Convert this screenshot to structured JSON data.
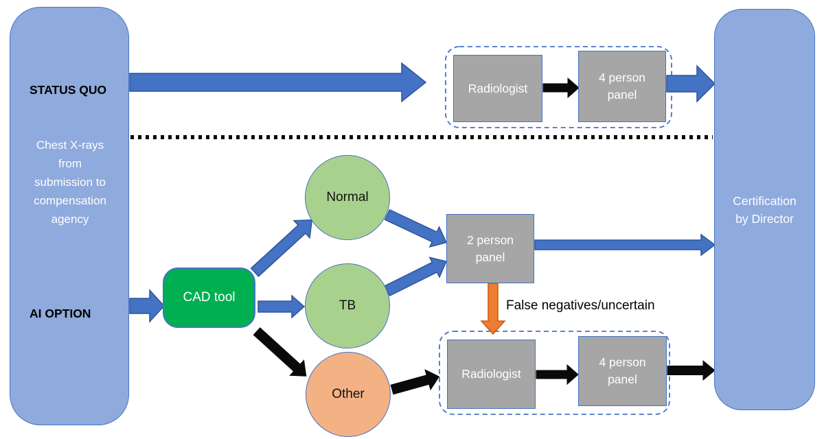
{
  "source": {
    "label_top": "STATUS QUO",
    "label_bottom": "AI OPTION",
    "body": "Chest X-rays\nfrom\nsubmission to\ncompensation\nagency"
  },
  "sink": {
    "label": "Certification\nby Director"
  },
  "status_quo_flow": {
    "radiologist": "Radiologist",
    "panel4": "4 person\npanel"
  },
  "ai_flow": {
    "cad_tool": "CAD tool",
    "normal": "Normal",
    "tb": "TB",
    "other": "Other",
    "panel2": "2 person\npanel",
    "false_negatives_label": "False negatives/uncertain",
    "radiologist": "Radiologist",
    "panel4": "4 person\npanel"
  },
  "colors": {
    "node_light_blue": "#8FAADC",
    "accent_blue": "#4472C4",
    "accent_blue_dark": "#2F5597",
    "cad_green": "#00B050",
    "class_light_green": "#A9D18E",
    "class_orange": "#F4B183",
    "orange_arrow": "#ED7D31",
    "gray_box": "#A6A6A6",
    "black": "#0a0a0a"
  }
}
